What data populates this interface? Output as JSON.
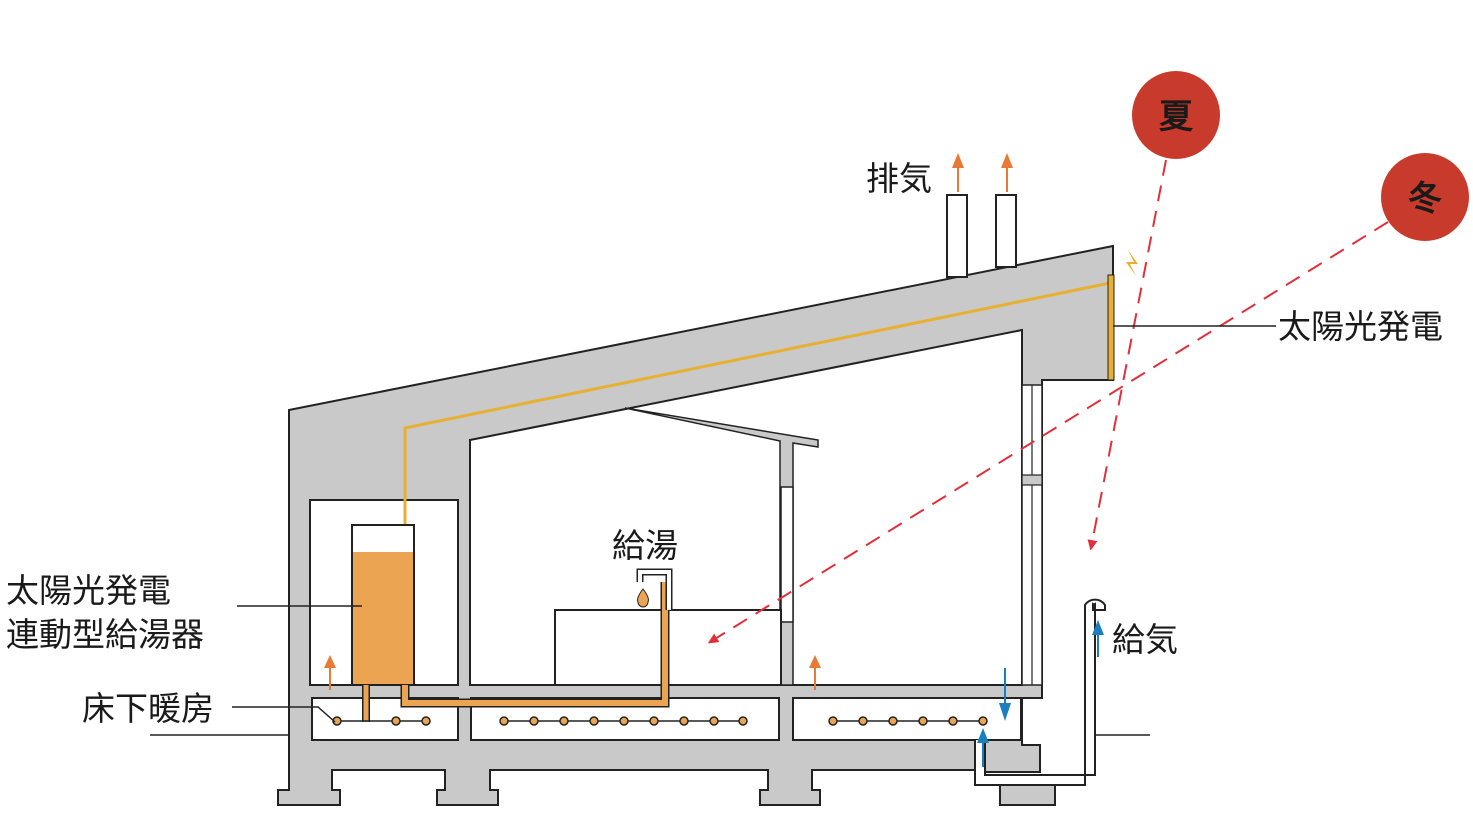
{
  "labels": {
    "exhaust": "排気",
    "summer": "夏",
    "winter": "冬",
    "solar_power": "太陽光発電",
    "water_heater_line1": "太陽光発電",
    "water_heater_line2": "連動型給湯器",
    "hot_water": "給湯",
    "floor_heating": "床下暖房",
    "air_supply": "給気"
  },
  "colors": {
    "sun": "#c83a2c",
    "solar_line": "#e8b030",
    "hot_water": "#eba552",
    "warm_arrow": "#e87a35",
    "cool_arrow": "#1a7fbf",
    "sun_ray": "#e0303c",
    "structure": "#c9c9c9"
  }
}
